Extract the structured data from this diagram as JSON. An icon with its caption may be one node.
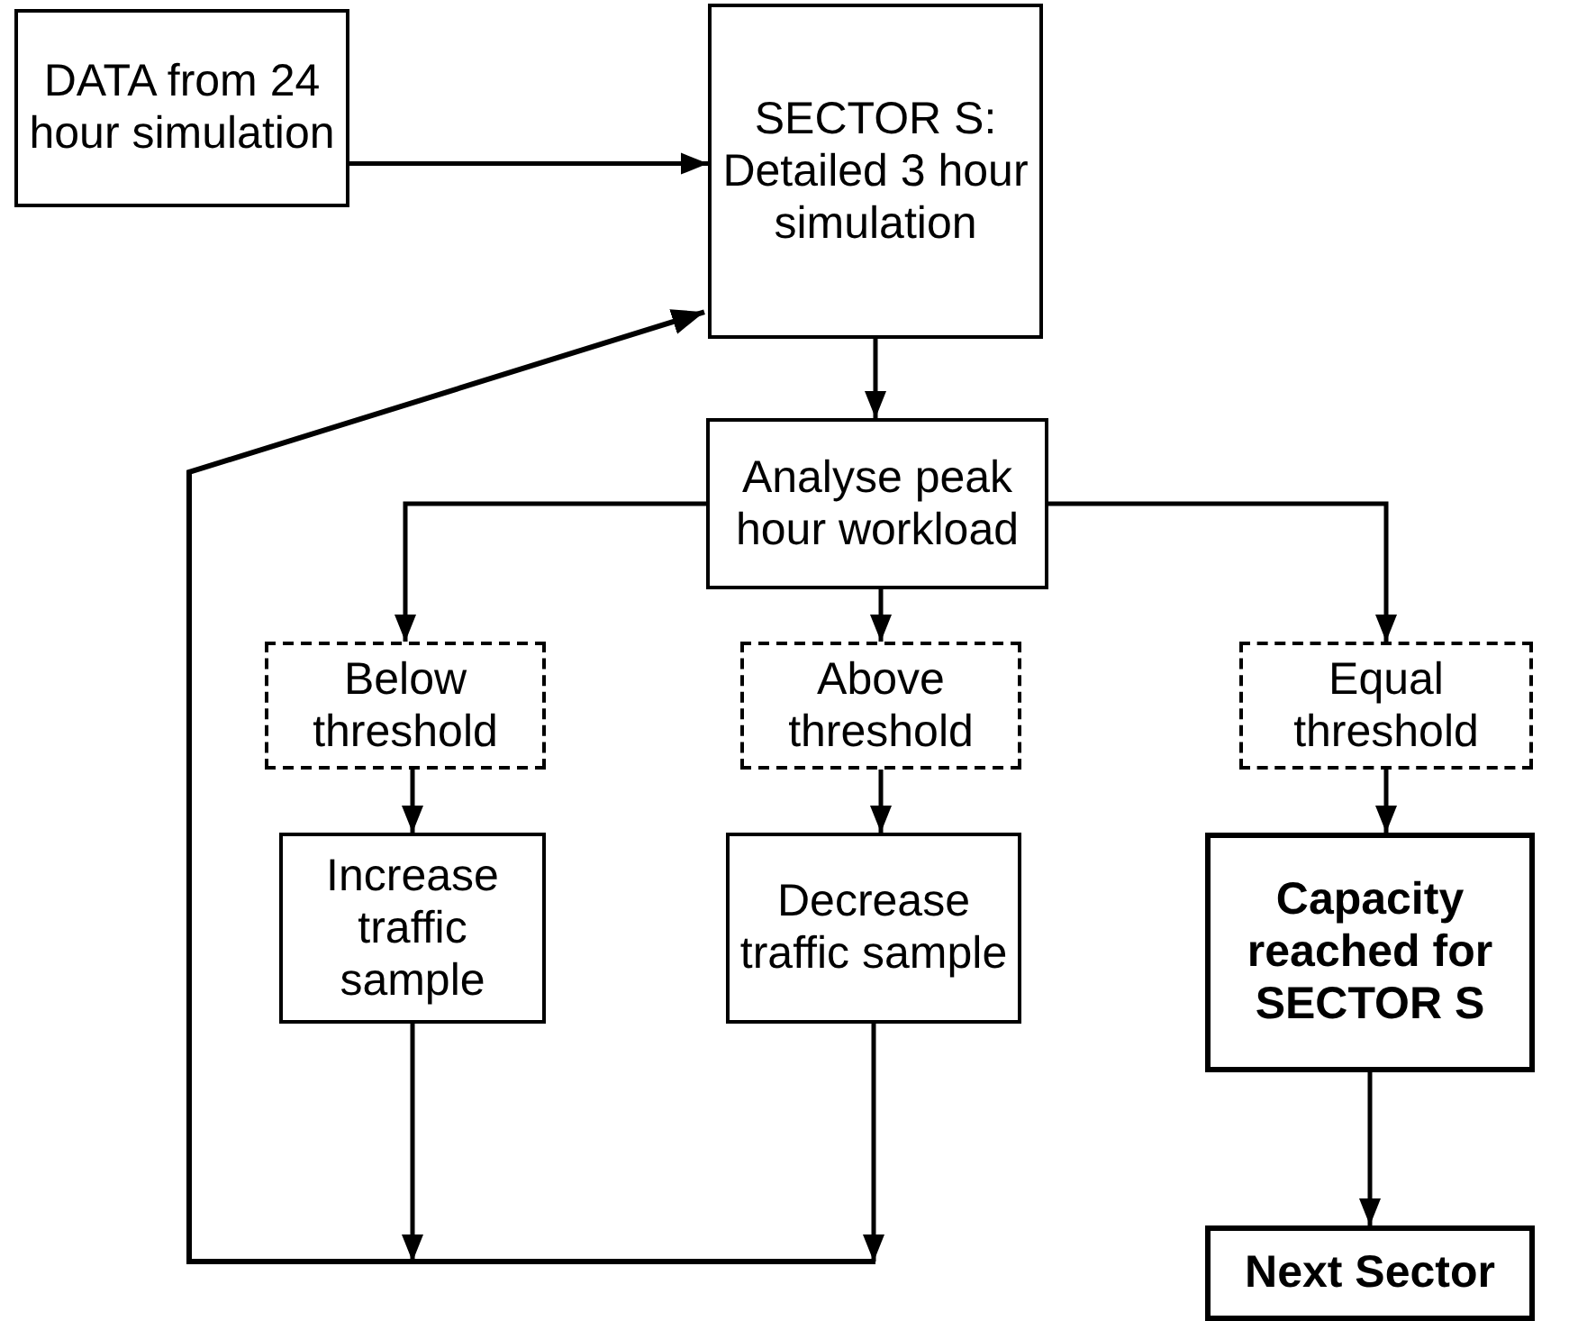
{
  "diagram": {
    "nodes": [
      {
        "text": [
          "DATA from 24 hour simulation"
        ]
      },
      {
        "text": [
          "SECTOR S: Detailed 3 hour simulation"
        ]
      },
      {
        "text": [
          "Analyse peak hour workload"
        ]
      },
      {
        "text": [
          "Below threshold"
        ]
      },
      {
        "text": [
          "Above threshold"
        ]
      },
      {
        "text": [
          "Equal threshold"
        ]
      },
      {
        "text": [
          "Increase traffic sample"
        ]
      },
      {
        "text": [
          "Decrease traffic sample"
        ]
      },
      {
        "text": [
          "Capacity reached for SECTOR S"
        ]
      },
      {
        "text": [
          "Next Sector"
        ]
      }
    ],
    "edges": [
      {
        "from": 0,
        "to": 1,
        "arrow": "to"
      },
      {
        "from": 1,
        "to": 2,
        "arrow": "to"
      },
      {
        "from": 2,
        "to": 3,
        "arrow": "to"
      },
      {
        "from": 2,
        "to": 4,
        "arrow": "to"
      },
      {
        "from": 2,
        "to": 5,
        "arrow": "to"
      },
      {
        "from": 3,
        "to": 6,
        "arrow": "to"
      },
      {
        "from": 4,
        "to": 7,
        "arrow": "to"
      },
      {
        "from": 5,
        "to": 8,
        "arrow": "to"
      },
      {
        "from": 8,
        "to": 9,
        "arrow": "to"
      },
      {
        "from": 6,
        "to": 1,
        "arrow": "to"
      },
      {
        "from": 7,
        "to": 1,
        "arrow": "to"
      }
    ]
  }
}
